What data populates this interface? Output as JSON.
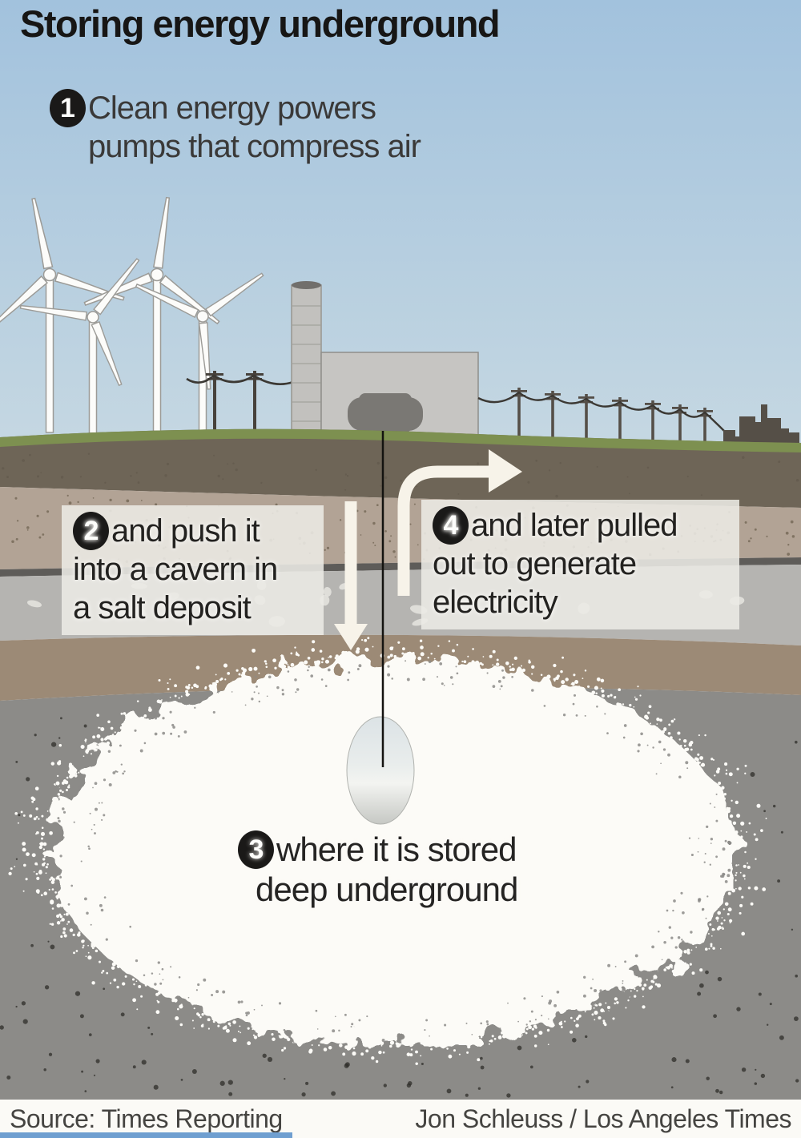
{
  "title": "Storing energy underground",
  "steps": [
    {
      "number": "1",
      "lines": [
        "Clean energy powers",
        "pumps that compress air"
      ]
    },
    {
      "number": "2",
      "lines": [
        "and push it",
        "into a cavern in",
        "a salt deposit"
      ]
    },
    {
      "number": "3",
      "lines": [
        "where it is stored",
        "deep underground"
      ]
    },
    {
      "number": "4",
      "lines": [
        "and later pulled",
        "out to generate",
        "electricity"
      ]
    }
  ],
  "footer": {
    "source": "Source: Times Reporting",
    "credit": "Jon Schleuss / Los Angeles Times"
  },
  "scene": {
    "colors": {
      "sky_top": "#a2c2dd",
      "sky_bottom": "#c6d8e2",
      "grass": "#7d9050",
      "topsoil": "#6e6557",
      "sand_layer": "#b2a395",
      "dark_seam": "#5e5c59",
      "gray_layer": "#b5b4b1",
      "lower_soil": "#9c8a76",
      "bedrock": "#8c8b88",
      "salt": "#fcfbf7",
      "arrow": "#f7f3e9",
      "badge": "#1a1918",
      "box_bg": "#eceae6",
      "skyline": "#554f47"
    }
  }
}
